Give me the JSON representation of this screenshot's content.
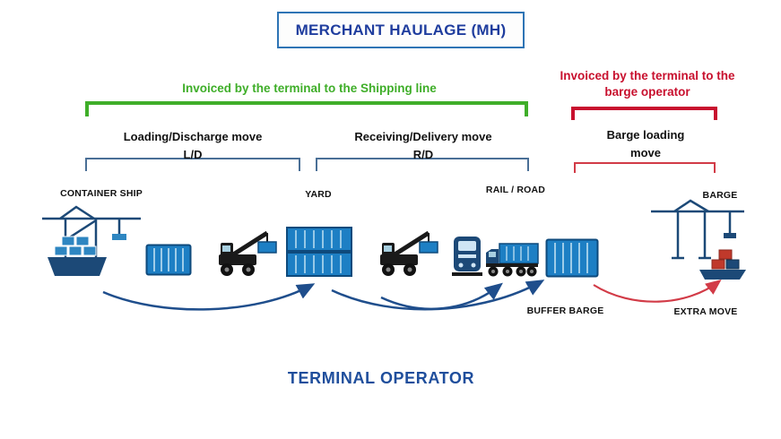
{
  "title": "MERCHANT HAULAGE (MH)",
  "sections": {
    "shipping_line": {
      "label": "Invoiced by the terminal to the Shipping line",
      "color": "#3fae29"
    },
    "barge_operator": {
      "label": "Invoiced by the terminal to the barge operator",
      "color": "#c8102e"
    },
    "moves": [
      {
        "name": "Loading/Discharge move",
        "code": "L/D"
      },
      {
        "name": "Receiving/Delivery move",
        "code": "R/D"
      },
      {
        "name": "Barge loading move",
        "code": ""
      }
    ]
  },
  "stations": {
    "container_ship": "CONTAINER SHIP",
    "yard": "YARD",
    "rail_road": "RAIL / ROAD",
    "barge": "BARGE"
  },
  "notes": {
    "buffer_barge": "BUFFER BARGE",
    "extra_move": "EXTRA MOVE"
  },
  "footer": {
    "terminal_operator": "TERMINAL OPERATOR"
  },
  "icons": [
    "sts-crane-ship-icon",
    "container-icon",
    "reach-stacker-icon",
    "container-stack-icon",
    "reach-stacker-icon",
    "train-icon",
    "truck-icon",
    "container-icon",
    "barge-crane-icon"
  ],
  "colors": {
    "title_blue": "#1f3d9e",
    "green": "#3fae29",
    "red": "#c8102e",
    "arrow_blue": "#1f4e8c",
    "icon_blue": "#1d7fc4",
    "dark_blue": "#1c4977"
  }
}
